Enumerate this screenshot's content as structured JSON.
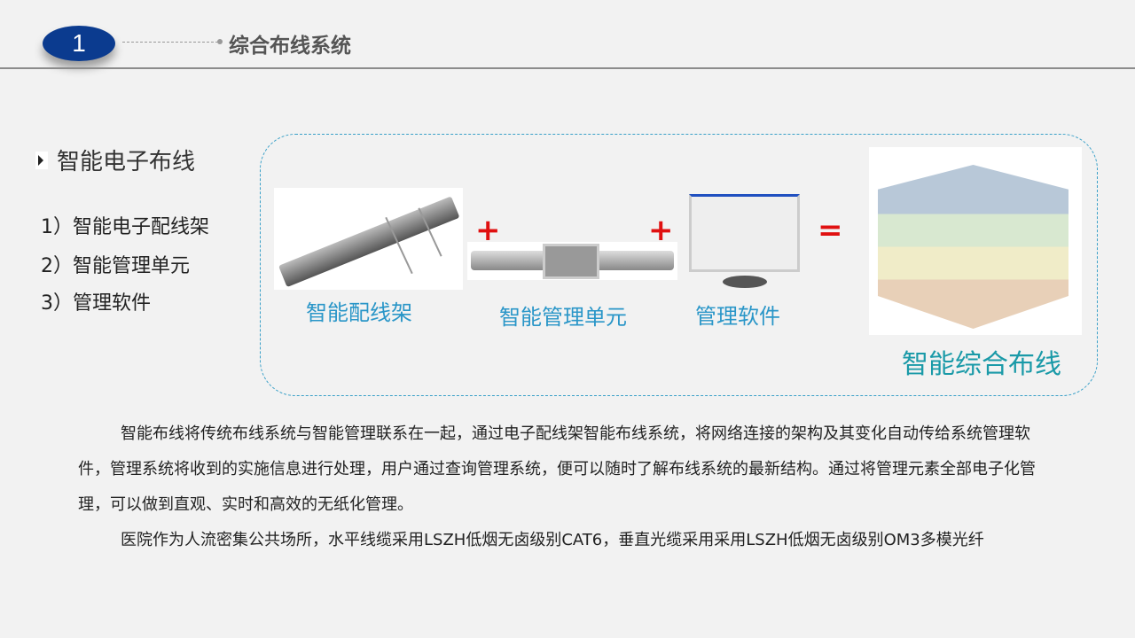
{
  "header": {
    "number": "1",
    "title": "综合布线系统"
  },
  "section": {
    "title": "智能电子布线",
    "items": [
      "1）智能电子配线架",
      "2）智能管理单元",
      "3）管理软件"
    ]
  },
  "diagram": {
    "captions": [
      "智能配线架",
      "智能管理单元",
      "管理软件",
      "智能综合布线"
    ],
    "plus": "+",
    "equals": "=",
    "accent": "#2a96c8"
  },
  "body": {
    "paragraphs": [
      "智能布线将传统布线系统与智能管理联系在一起，通过电子配线架智能布线系统，将网络连接的架构及其变化自动传给系统管理软件，管理系统将收到的实施信息进行处理，用户通过查询管理系统，便可以随时了解布线系统的最新结构。通过将管理元素全部电子化管理，可以做到直观、实时和高效的无纸化管理。",
      "医院作为人流密集公共场所，水平线缆采用LSZH低烟无卤级别CAT6，垂直光缆采用采用LSZH低烟无卤级别OM3多模光纤"
    ]
  }
}
